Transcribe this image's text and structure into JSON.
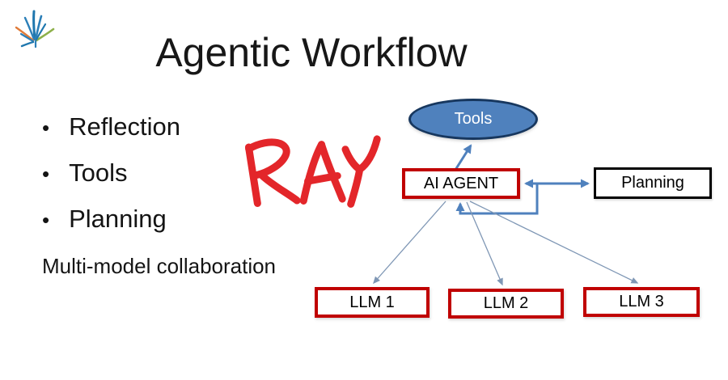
{
  "slide": {
    "title": "Agentic Workflow",
    "bullets": [
      "Reflection",
      "Tools",
      "Planning",
      "Multi-model collaboration"
    ],
    "bullet_marker": "•",
    "annotation": {
      "text": "RAY",
      "color": "#e3262a"
    },
    "logo": {
      "name": "starburst-logo"
    }
  },
  "diagram": {
    "nodes": {
      "tools": {
        "label": "Tools",
        "shape": "ellipse",
        "fill": "#4f81bd",
        "border": "#17375e",
        "text_color": "#ffffff"
      },
      "ai_agent": {
        "label": "AI AGENT",
        "shape": "rect",
        "fill": "#ffffff",
        "border": "#c00000"
      },
      "planning": {
        "label": "Planning",
        "shape": "rect",
        "fill": "#ffffff",
        "border": "#000000"
      },
      "llm1": {
        "label": "LLM 1",
        "shape": "rect",
        "fill": "#ffffff",
        "border": "#c00000"
      },
      "llm2": {
        "label": "LLM 2",
        "shape": "rect",
        "fill": "#ffffff",
        "border": "#c00000"
      },
      "llm3": {
        "label": "LLM 3",
        "shape": "rect",
        "fill": "#ffffff",
        "border": "#c00000"
      }
    },
    "edges": [
      {
        "from": "ai_agent",
        "to": "tools",
        "style": "thick-blue-arrow"
      },
      {
        "from": "ai_agent",
        "to": "planning",
        "style": "double-headed-arrow"
      },
      {
        "from": "planning",
        "to": "ai_agent",
        "style": "feedback-loop-arrow"
      },
      {
        "from": "ai_agent",
        "to": "llm1",
        "style": "thin-arrow"
      },
      {
        "from": "ai_agent",
        "to": "llm2",
        "style": "thin-arrow"
      },
      {
        "from": "ai_agent",
        "to": "llm3",
        "style": "thin-arrow"
      }
    ],
    "colors": {
      "arrow_blue": "#4f81bd",
      "thin_arrow": "#7f97b5",
      "red_border": "#c00000"
    }
  }
}
